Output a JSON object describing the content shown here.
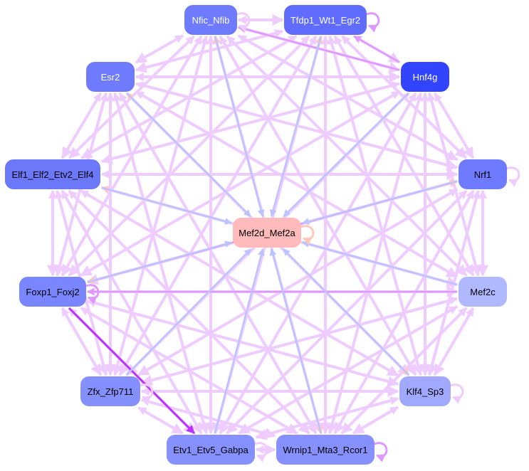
{
  "nodes": [
    {
      "id": "Nfic_Nfib",
      "label": "Nfic_Nfib",
      "color": "#6f7bff",
      "text": "#ffffff"
    },
    {
      "id": "Tfdp1_Wt1_Egr2",
      "label": "Tfdp1_Wt1_Egr2",
      "color": "#5f6cff",
      "text": "#ffffff"
    },
    {
      "id": "Esr2",
      "label": "Esr2",
      "color": "#6f7bff",
      "text": "#ffffff"
    },
    {
      "id": "Hnf4g",
      "label": "Hnf4g",
      "color": "#3344ff",
      "text": "#ffffff"
    },
    {
      "id": "Elf1_Elf2_Etv2_Elf4",
      "label": "Elf1_Elf2_Etv2_Elf4",
      "color": "#6b78fa",
      "text": "#000000"
    },
    {
      "id": "Nrf1",
      "label": "Nrf1",
      "color": "#6f7bff",
      "text": "#000000"
    },
    {
      "id": "Mef2d_Mef2a",
      "label": "Mef2d_Mef2a",
      "color": "#ffbbbb",
      "text": "#000000"
    },
    {
      "id": "Foxp1_Foxj2",
      "label": "Foxp1_Foxj2",
      "color": "#7a86ff",
      "text": "#000000"
    },
    {
      "id": "Mef2c",
      "label": "Mef2c",
      "color": "#b0b8ff",
      "text": "#000000"
    },
    {
      "id": "Zfx_Zfp711",
      "label": "Zfx_Zfp711",
      "color": "#8590ff",
      "text": "#000000"
    },
    {
      "id": "Klf4_Sp3",
      "label": "Klf4_Sp3",
      "color": "#a0a8ff",
      "text": "#000000"
    },
    {
      "id": "Etv1_Etv5_Gabpa",
      "label": "Etv1_Etv5_Gabpa",
      "color": "#8690ff",
      "text": "#000000"
    },
    {
      "id": "Wrnip1_Mta3_Rcor1",
      "label": "Wrnip1_Mta3_Rcor1",
      "color": "#8690ff",
      "text": "#000000"
    }
  ],
  "colors": {
    "background_edge": "#eeccff",
    "strong_edge": "#dd99ff",
    "repress": "#bbc4ff",
    "activate": "#ffc8bb",
    "highlight": "#bb33ff"
  },
  "edges": [
    [
      "Foxp1_Foxj2",
      "Etv1_Etv5_Gabpa",
      "highlight"
    ],
    [
      "Hnf4g",
      "Nfic_Nfib",
      "strong_edge"
    ],
    [
      "Hnf4g",
      "Tfdp1_Wt1_Egr2",
      "strong_edge"
    ],
    [
      "Mef2c",
      "Foxp1_Foxj2",
      "strong_edge"
    ],
    [
      "Nrf1",
      "Foxp1_Foxj2",
      "strong_edge"
    ],
    [
      "Mef2d_Mef2a",
      "Esr2",
      "activate"
    ],
    [
      "Mef2d_Mef2a",
      "Tfdp1_Wt1_Egr2",
      "activate"
    ],
    [
      "Mef2d_Mef2a",
      "Nfic_Nfib",
      "activate"
    ],
    [
      "Mef2d_Mef2a",
      "Elf1_Elf2_Etv2_Elf4",
      "activate"
    ],
    [
      "Mef2d_Mef2a",
      "Nrf1",
      "activate"
    ],
    [
      "Mef2d_Mef2a",
      "Foxp1_Foxj2",
      "activate"
    ],
    [
      "Mef2d_Mef2a",
      "Klf4_Sp3",
      "activate"
    ],
    [
      "Mef2d_Mef2a",
      "Wrnip1_Mta3_Rcor1",
      "activate"
    ],
    [
      "Nfic_Nfib",
      "Mef2d_Mef2a",
      "repress"
    ],
    [
      "Tfdp1_Wt1_Egr2",
      "Mef2d_Mef2a",
      "repress"
    ],
    [
      "Esr2",
      "Mef2d_Mef2a",
      "repress"
    ],
    [
      "Hnf4g",
      "Mef2d_Mef2a",
      "repress"
    ],
    [
      "Elf1_Elf2_Etv2_Elf4",
      "Mef2d_Mef2a",
      "repress"
    ],
    [
      "Nrf1",
      "Mef2d_Mef2a",
      "repress"
    ],
    [
      "Foxp1_Foxj2",
      "Mef2d_Mef2a",
      "repress"
    ],
    [
      "Mef2c",
      "Mef2d_Mef2a",
      "repress"
    ],
    [
      "Zfx_Zfp711",
      "Mef2d_Mef2a",
      "repress"
    ],
    [
      "Etv1_Etv5_Gabpa",
      "Mef2d_Mef2a",
      "repress"
    ],
    [
      "Wrnip1_Mta3_Rcor1",
      "Mef2d_Mef2a",
      "repress"
    ],
    [
      "Klf4_Sp3",
      "Mef2d_Mef2a",
      "repress"
    ]
  ],
  "self_loops": [
    [
      "Tfdp1_Wt1_Egr2",
      "strong_edge"
    ],
    [
      "Nrf1",
      "background_edge"
    ],
    [
      "Mef2d_Mef2a",
      "activate"
    ],
    [
      "Foxp1_Foxj2",
      "strong_edge"
    ],
    [
      "Klf4_Sp3",
      "background_edge"
    ],
    [
      "Wrnip1_Mta3_Rcor1",
      "strong_edge"
    ],
    [
      "Zfx_Zfp711",
      "background_edge"
    ],
    [
      "Etv1_Etv5_Gabpa",
      "background_edge"
    ],
    [
      "Nfic_Nfib",
      "background_edge"
    ]
  ]
}
